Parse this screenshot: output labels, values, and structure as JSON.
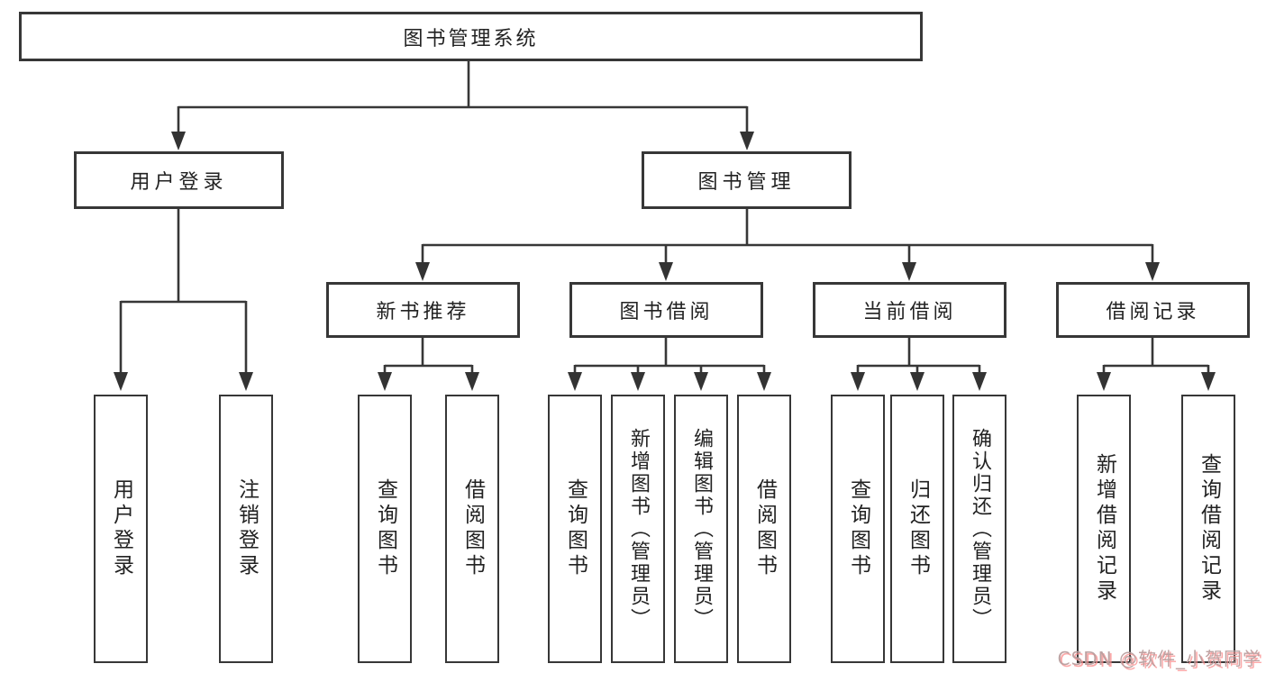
{
  "diagram": {
    "title": "图书管理系统",
    "level2": [
      {
        "label": "用户登录"
      },
      {
        "label": "图书管理"
      }
    ],
    "level3": [
      {
        "label": "新书推荐",
        "parent": "图书管理"
      },
      {
        "label": "图书借阅",
        "parent": "图书管理"
      },
      {
        "label": "当前借阅",
        "parent": "图书管理"
      },
      {
        "label": "借阅记录",
        "parent": "图书管理"
      }
    ],
    "leaves": [
      {
        "label": "用户登录",
        "parent": "用户登录"
      },
      {
        "label": "注销登录",
        "parent": "用户登录"
      },
      {
        "label": "查询图书",
        "parent": "新书推荐"
      },
      {
        "label": "借阅图书",
        "parent": "新书推荐"
      },
      {
        "label": "查询图书",
        "parent": "图书借阅"
      },
      {
        "label": "新增图书（管理员）",
        "parent": "图书借阅"
      },
      {
        "label": "编辑图书（管理员）",
        "parent": "图书借阅"
      },
      {
        "label": "借阅图书",
        "parent": "图书借阅"
      },
      {
        "label": "查询图书",
        "parent": "当前借阅"
      },
      {
        "label": "归还图书",
        "parent": "当前借阅"
      },
      {
        "label": "确认归还（管理员）",
        "parent": "当前借阅"
      },
      {
        "label": "新增借阅记录",
        "parent": "借阅记录"
      },
      {
        "label": "查询借阅记录",
        "parent": "借阅记录"
      }
    ],
    "colors": {
      "line": "#373737",
      "box_border": "#373737",
      "text": "#222222",
      "watermark": "#f58c8c",
      "background": "#ffffff"
    },
    "watermark": "CSDN @软件_小贺同学"
  }
}
